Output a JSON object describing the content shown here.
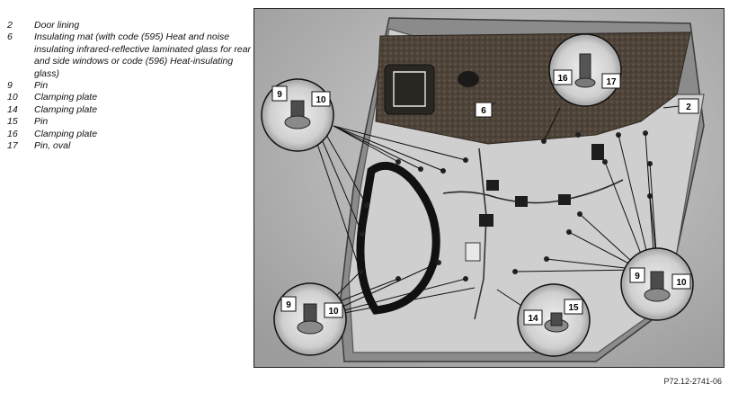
{
  "legend": [
    {
      "num": "2",
      "text": "Door lining"
    },
    {
      "num": "6",
      "text": "Insulating mat (with code (595) Heat and noise insulating infrared-reflective laminated glass for rear and side windows or code (596) Heat-insulating glass)"
    },
    {
      "num": "9",
      "text": "Pin"
    },
    {
      "num": "10",
      "text": "Clamping plate"
    },
    {
      "num": "14",
      "text": "Clamping plate"
    },
    {
      "num": "15",
      "text": "Pin"
    },
    {
      "num": "16",
      "text": "Clamping plate"
    },
    {
      "num": "17",
      "text": "Pin, oval"
    }
  ],
  "callouts": {
    "c2": "2",
    "c6": "6",
    "c16": "16",
    "c17": "17",
    "c9a": "9",
    "c10a": "10",
    "c9b": "9",
    "c10b": "10",
    "c9c": "9",
    "c10c": "10",
    "c14": "14",
    "c15": "15"
  },
  "figure_id": "P72.12-2741-06"
}
